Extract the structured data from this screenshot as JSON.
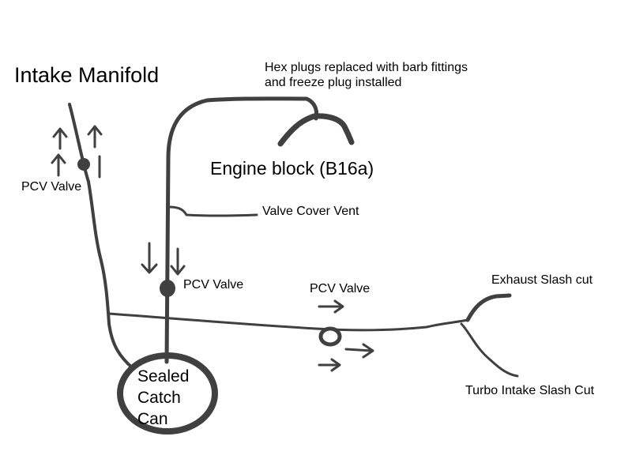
{
  "labels": {
    "intake_manifold": "Intake Manifold",
    "hex_plugs_line1": "Hex plugs replaced with barb fittings",
    "hex_plugs_line2": "and freeze plug installed",
    "engine_block": "Engine block (B16a)",
    "pcv_valve_intake": "PCV Valve",
    "valve_cover_vent": "Valve Cover Vent",
    "pcv_valve_center": "PCV Valve",
    "pcv_valve_right": "PCV Valve",
    "exhaust_slash_cut": "Exhaust Slash cut",
    "turbo_intake_slash_cut": "Turbo Intake Slash Cut",
    "catch_can_line1": "Sealed",
    "catch_can_line2": "Catch",
    "catch_can_line3": "Can"
  },
  "colors": {
    "hose": "#404040",
    "text": "#000000",
    "background": "#ffffff"
  }
}
